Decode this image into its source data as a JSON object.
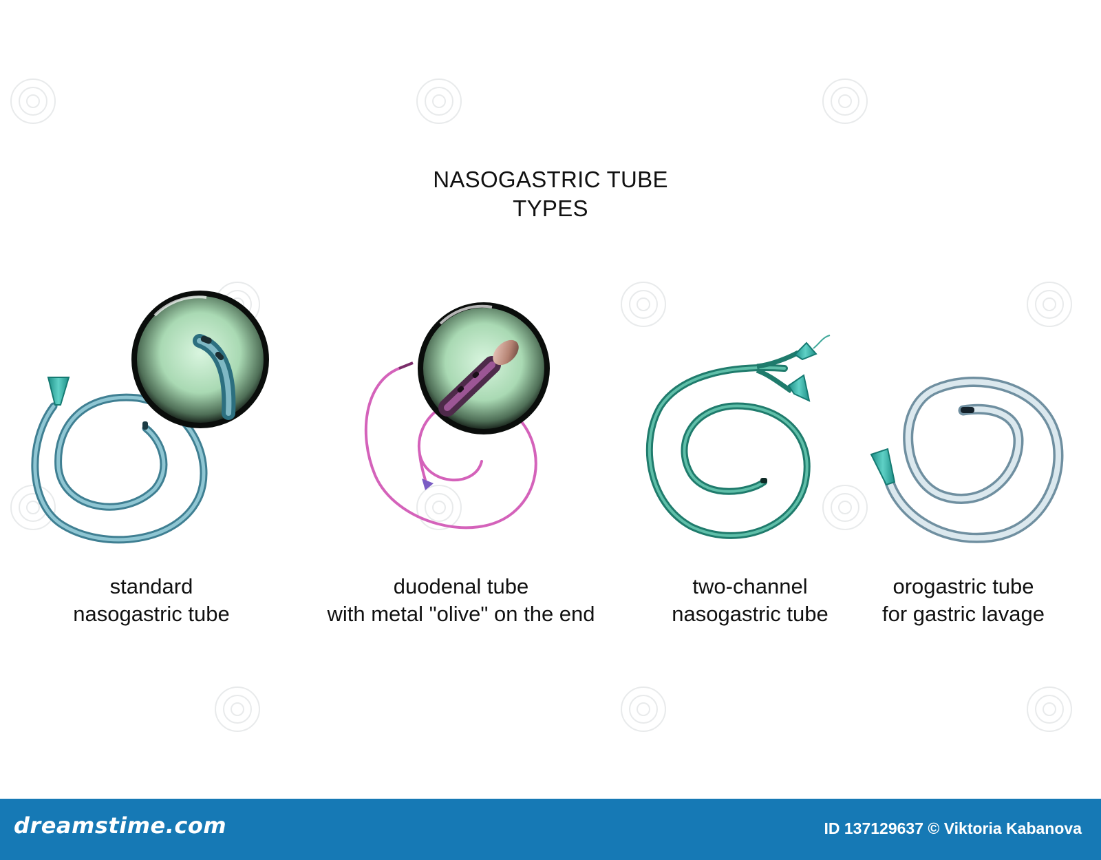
{
  "title": {
    "line1": "NASOGASTRIC TUBE",
    "line2": "TYPES"
  },
  "captions": [
    {
      "line1": "standard",
      "line2": "nasogastric tube"
    },
    {
      "line1": "duodenal tube",
      "line2": "with metal \"olive\" on the end"
    },
    {
      "line1": "two-channel",
      "line2": "nasogastric tube"
    },
    {
      "line1": "orogastric tube",
      "line2": "for gastric lavage"
    }
  ],
  "footer": {
    "brand": "dreamstime.com",
    "credit": "ID 137129637 © Viktoria Kabanova"
  },
  "colors": {
    "background": "#ffffff",
    "footer_bar": "#1679b5",
    "standard_tube": "#6ea8b8",
    "duodenal_tube": "#d25fb8",
    "two_channel_tube": "#2f9a86",
    "orogastric_tube": "#a8c2cf",
    "connector": "#2fb2a8",
    "magnifier_lens": "#c7ead0"
  }
}
